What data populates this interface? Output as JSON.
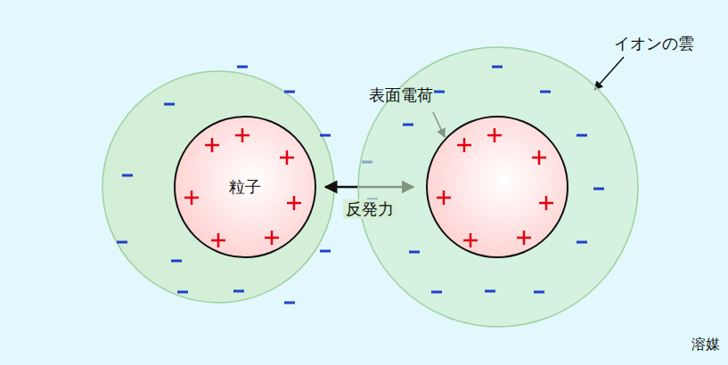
{
  "diagram": {
    "nodes": [
      {
        "text": [
          "粒子"
        ]
      },
      {
        "text": [
          "イオンの雲"
        ]
      },
      {
        "text": [
          "表面電荷"
        ],
        "in": 1
      }
    ],
    "edges": [
      {
        "from": 0,
        "to": 2,
        "arrow": "both",
        "label": "反発力"
      }
    ],
    "labels": [
      "溶媒"
    ]
  }
}
